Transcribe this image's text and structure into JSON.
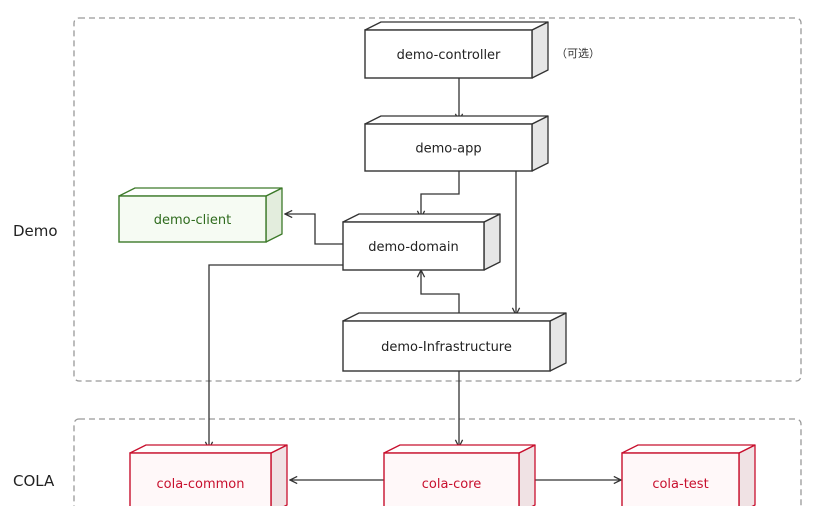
{
  "groups": {
    "demo": {
      "label": "Demo"
    },
    "cola": {
      "label": "COLA"
    }
  },
  "nodes": {
    "demo_controller": {
      "label": "demo-controller",
      "note": "（可选）"
    },
    "demo_app": {
      "label": "demo-app"
    },
    "demo_client": {
      "label": "demo-client"
    },
    "demo_domain": {
      "label": "demo-domain"
    },
    "demo_infrastructure": {
      "label": "demo-Infrastructure"
    },
    "cola_common": {
      "label": "cola-common"
    },
    "cola_core": {
      "label": "cola-core"
    },
    "cola_test": {
      "label": "cola-test"
    }
  },
  "colors": {
    "default_border": "#333333",
    "default_text": "#222222",
    "client_border": "#3d7a2a",
    "client_text": "#2f6b1e",
    "client_fill": "#f6fbf3",
    "cola_border": "#c8102e",
    "cola_text": "#c8102e",
    "cola_fill": "#fff8f9",
    "side_fill": "#e6e6e6",
    "group_dash": "#999999",
    "arrow": "#333333"
  }
}
